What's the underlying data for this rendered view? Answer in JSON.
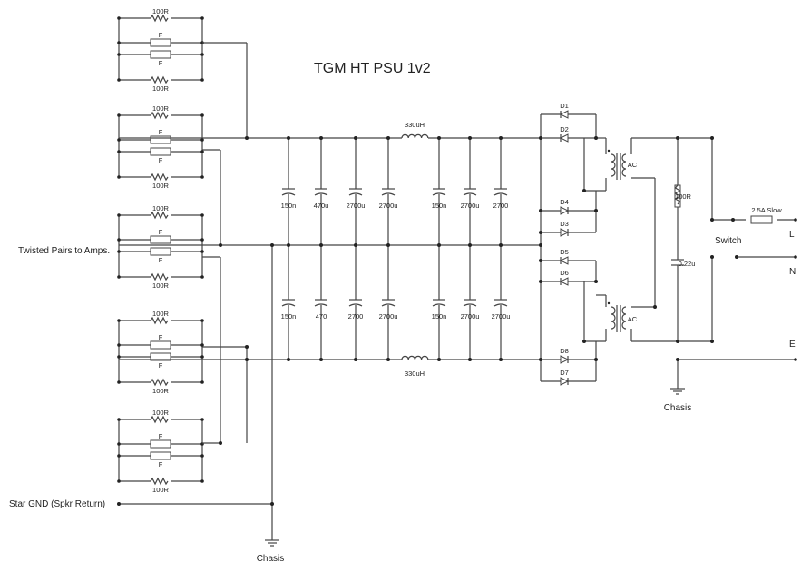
{
  "title": "TGM HT PSU 1v2",
  "labels": {
    "twisted_pairs": "Twisted Pairs to Amps.",
    "star_gnd": "Star GND (Spkr Return)",
    "chasis": "Chasis",
    "switch": "Switch",
    "L": "L",
    "N": "N",
    "E": "E",
    "fuse_mains": "2.5A Slow",
    "res_100r": "100R",
    "fuse_f": "F",
    "ind_top": "330uH",
    "ind_bot": "330uH",
    "ac": "AC",
    "snub_r": "100R",
    "snub_c": "0.22u"
  },
  "caps_top": [
    "150n",
    "470u",
    "2700u",
    "2700u",
    "150n",
    "2700u",
    "2700"
  ],
  "caps_bot": [
    "150n",
    "470",
    "2700",
    "2700u",
    "150n",
    "2700u",
    "2700u"
  ],
  "diodes": [
    "D1",
    "D2",
    "D4",
    "D3",
    "D5",
    "D6",
    "D8",
    "D7"
  ]
}
